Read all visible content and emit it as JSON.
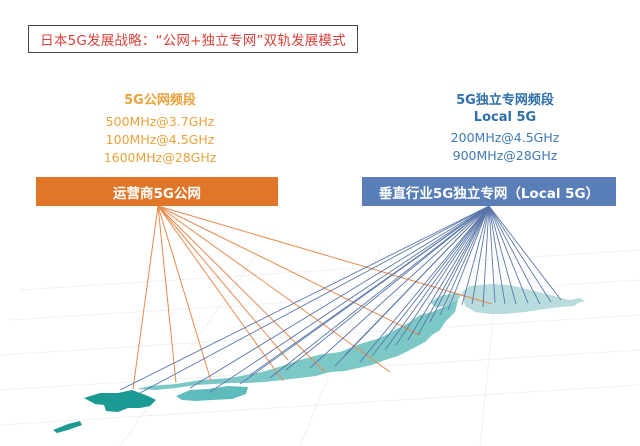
{
  "title": "日本5G发展战略：“公网+独立专网”双轨发展模式",
  "public_network": {
    "heading": "5G公网频段",
    "bands": [
      "500MHz@3.7GHz",
      "100MHz@4.5GHz",
      "1600MHz@28GHz"
    ],
    "bar_label": "运营商5G公网",
    "color": "#e07628"
  },
  "private_network": {
    "heading": "5G独立专网频段",
    "subheading": "Local 5G",
    "bands": [
      "200MHz@4.5GHz",
      "900MHz@28GHz"
    ],
    "bar_label": "垂直行业5G独立专网（Local 5G）",
    "color": "#5a7fb8"
  },
  "map": {
    "region": "Japan",
    "colors": {
      "kyushu": "#1a9a92",
      "honshu": "#7cc8c7",
      "hokkaido": "#b8dcde"
    }
  }
}
